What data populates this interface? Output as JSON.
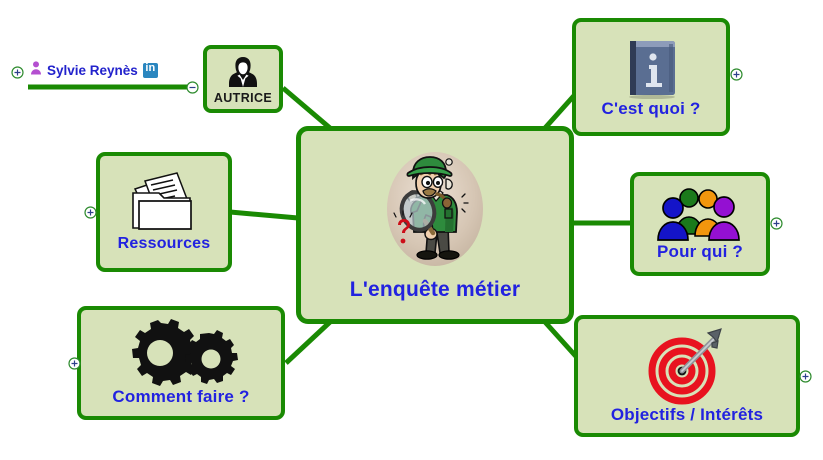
{
  "document": {
    "type": "mind-map",
    "title": "L'enquête métier",
    "language": "fr",
    "background_color": "#ffffff"
  },
  "style": {
    "node_fill": "#d7e2b9",
    "node_border": "#1a8a03",
    "connector_color": "#1a8a03",
    "label_color": "#2222e0",
    "author_label_color": "#1a1a1a",
    "author_name_color": "#2222cc",
    "toggle_color": "#2e8b2e"
  },
  "central_node": {
    "label": "L'enquête métier",
    "icon": "detective-magnifier-icon",
    "icon_description": "Détective avec casquette verte, loupe et pipe"
  },
  "author": {
    "node_label": "AUTRICE",
    "node_icon": "female-avatar-icon",
    "name": "Sylvie Reynès",
    "person_icon": "person-icon",
    "social_icon": "linkedin-icon",
    "social_label": "in"
  },
  "branches": [
    {
      "id": "cestquoi",
      "label": "C'est quoi ?",
      "icon": "info-book-icon",
      "icon_description": "Livre bleu avec un i d'information",
      "position": "top-right",
      "toggle": "plus"
    },
    {
      "id": "pourqui",
      "label": "Pour qui ?",
      "icon": "people-group-icon",
      "icon_description": "Groupe de quatre personnes colorées",
      "position": "right",
      "toggle": "plus"
    },
    {
      "id": "objectifs",
      "label": "Objectifs / Intérêts",
      "icon": "target-arrow-icon",
      "icon_description": "Cible rouge avec une flèche au centre",
      "position": "bottom-right",
      "toggle": "plus"
    },
    {
      "id": "comment",
      "label": "Comment faire ?",
      "icon": "gears-icon",
      "icon_description": "Deux engrenages noirs",
      "position": "bottom-left",
      "toggle": "plus"
    },
    {
      "id": "ressources",
      "label": "Ressources",
      "icon": "documents-folder-icon",
      "icon_description": "Dossier avec des documents",
      "position": "left",
      "toggle": "plus"
    }
  ],
  "toggles": {
    "plus_symbol": "+",
    "minus_symbol": "−"
  },
  "icon_colors": {
    "people_green": "#1b7a1b",
    "people_orange": "#f2960d",
    "people_blue": "#1414c8",
    "people_purple": "#9410d2",
    "target_red": "#e8121f",
    "book_blue": "#5a6e92",
    "gear_black": "#111111",
    "detective_green": "#2e8b3d"
  }
}
